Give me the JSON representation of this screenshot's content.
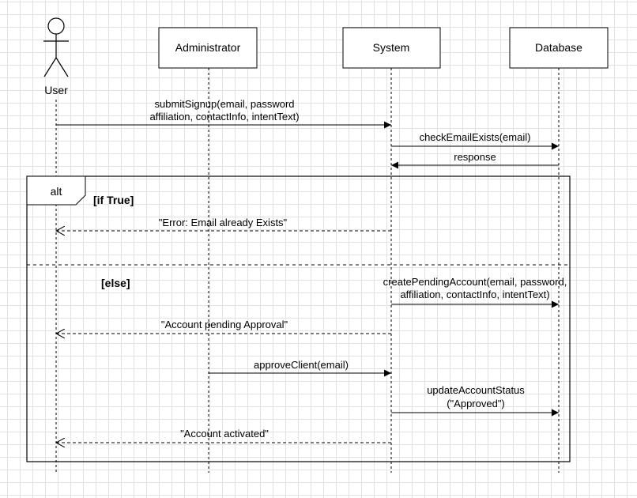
{
  "participants": {
    "user": "User",
    "administrator": "Administrator",
    "system": "System",
    "database": "Database"
  },
  "fragment": {
    "operator": "alt",
    "guard_true": "[if True]",
    "guard_else": "[else]"
  },
  "messages": {
    "submit_signup": [
      "submitSignup(email, password",
      "affiliation, contactInfo, intentText)"
    ],
    "check_email": "checkEmailExists(email)",
    "response": "response",
    "error_email": "\"Error: Email already Exists\"",
    "create_pending": [
      "createPendingAccount(email, password,",
      "affiliation, contactInfo, intentText)"
    ],
    "account_pending": "\"Account pending Approval\"",
    "approve_client": "approveClient(email)",
    "update_status": [
      "updateAccountStatus",
      "(\"Approved\")"
    ],
    "account_activated": "\"Account activated\""
  },
  "colors": {
    "line": "#000000",
    "background": "#ffffff",
    "grid": "#e3e3e3"
  }
}
